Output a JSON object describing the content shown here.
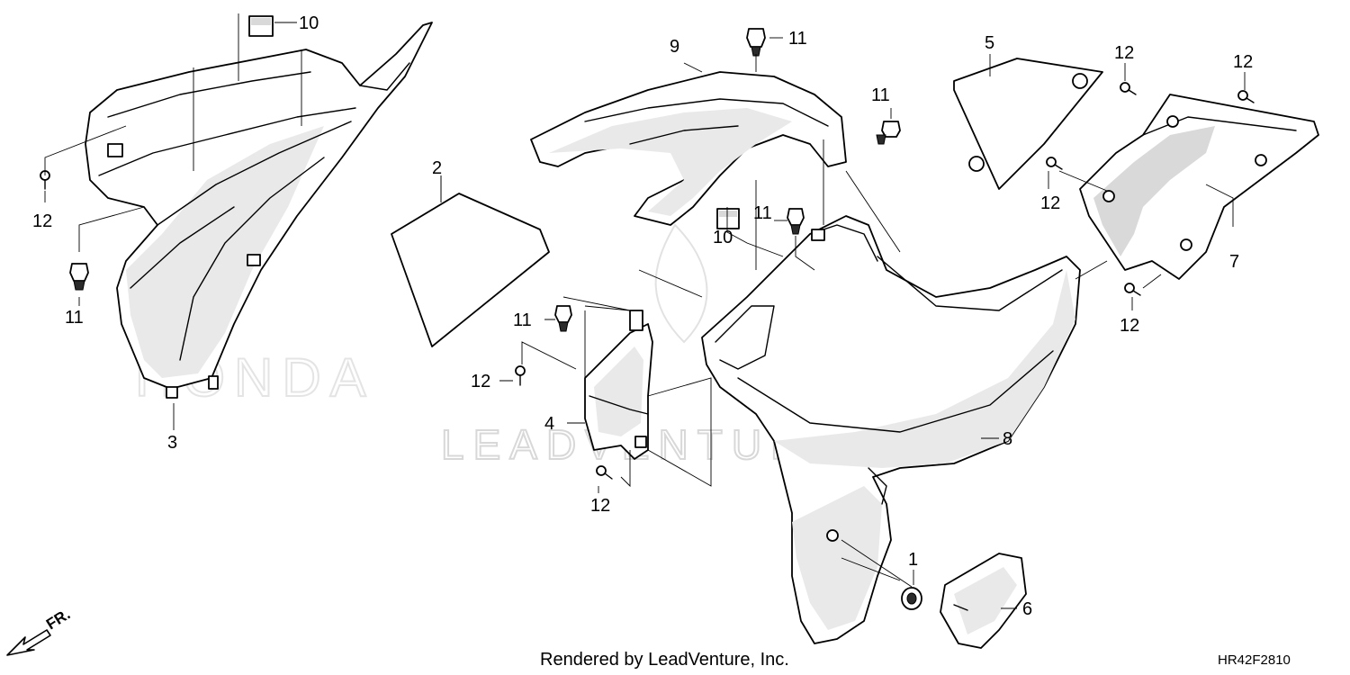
{
  "callouts": {
    "part1": "1",
    "part2": "2",
    "part3": "3",
    "part4": "4",
    "part5": "5",
    "part6": "6",
    "part7": "7",
    "part8": "8",
    "part9": "9",
    "part10_top": "10",
    "part10_mid": "10",
    "part11_top": "11",
    "part11_upper": "11",
    "part11_mid": "11",
    "part11_left": "11",
    "part11_center": "11",
    "part12_left": "12",
    "part12_center_upper": "12",
    "part12_center_lower": "12",
    "part12_right_top": "12",
    "part12_right_top2": "12",
    "part12_right_mid": "12",
    "part12_right_bottom": "12"
  },
  "footer": {
    "rendered_by": "Rendered by LeadVenture, Inc.",
    "diagram_code": "HR42F2810"
  },
  "direction": {
    "label": "FR."
  },
  "watermark": {
    "text": "LEADVENTURE",
    "brand": "HONDA"
  },
  "colors": {
    "line": "#000000",
    "watermark": "#d8d8d8",
    "background": "#ffffff"
  }
}
